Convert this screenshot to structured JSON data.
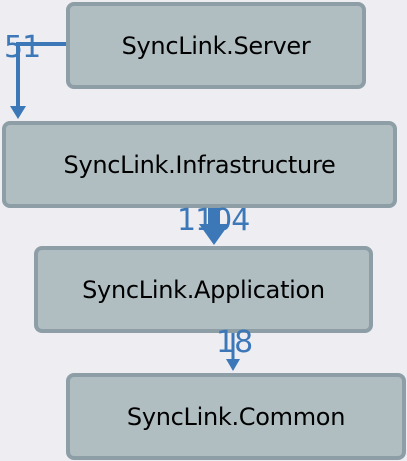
{
  "nodes": {
    "server": "SyncLink.Server",
    "infrastructure": "SyncLink.Infrastructure",
    "application": "SyncLink.Application",
    "common": "SyncLink.Common"
  },
  "edges": [
    {
      "from": "SyncLink.Server",
      "to": "SyncLink.Infrastructure",
      "label": "51"
    },
    {
      "from": "SyncLink.Infrastructure",
      "to": "SyncLink.Application",
      "label": "1104"
    },
    {
      "from": "SyncLink.Application",
      "to": "SyncLink.Common",
      "label": "18"
    }
  ],
  "colors": {
    "background": "#ededf2",
    "node_fill": "#b0bec2",
    "node_border": "#8d9ea6",
    "edge": "#3c78b8"
  }
}
